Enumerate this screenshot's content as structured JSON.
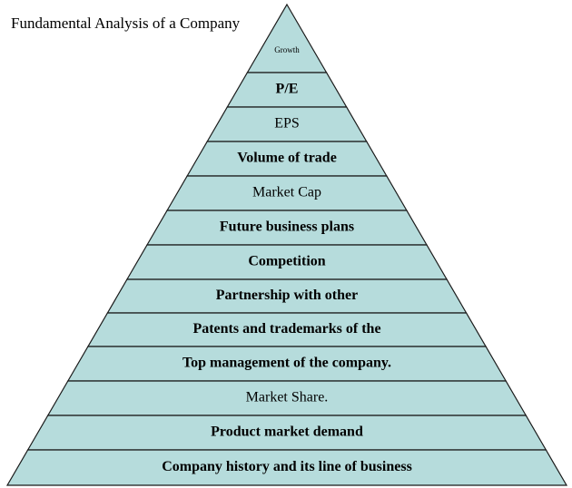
{
  "title": "Fundamental Analysis of a Company",
  "colors": {
    "fill": "#b6dcdc",
    "stroke": "#1a1a1a",
    "text": "#000000"
  },
  "tiers": [
    {
      "label": "Growth",
      "bold": false
    },
    {
      "label": "P/E",
      "bold": true
    },
    {
      "label": "EPS",
      "bold": false
    },
    {
      "label": "Volume of trade",
      "bold": true
    },
    {
      "label": "Market Cap",
      "bold": false
    },
    {
      "label": "Future business plans",
      "bold": true
    },
    {
      "label": "Competition",
      "bold": true
    },
    {
      "label": "Partnership with other",
      "bold": true
    },
    {
      "label": "Patents and trademarks of the",
      "bold": true
    },
    {
      "label": "Top management of the company.",
      "bold": true
    },
    {
      "label": "Market Share.",
      "bold": false
    },
    {
      "label": "Product market demand",
      "bold": true
    },
    {
      "label": "Company history and its line of business",
      "bold": true
    }
  ]
}
